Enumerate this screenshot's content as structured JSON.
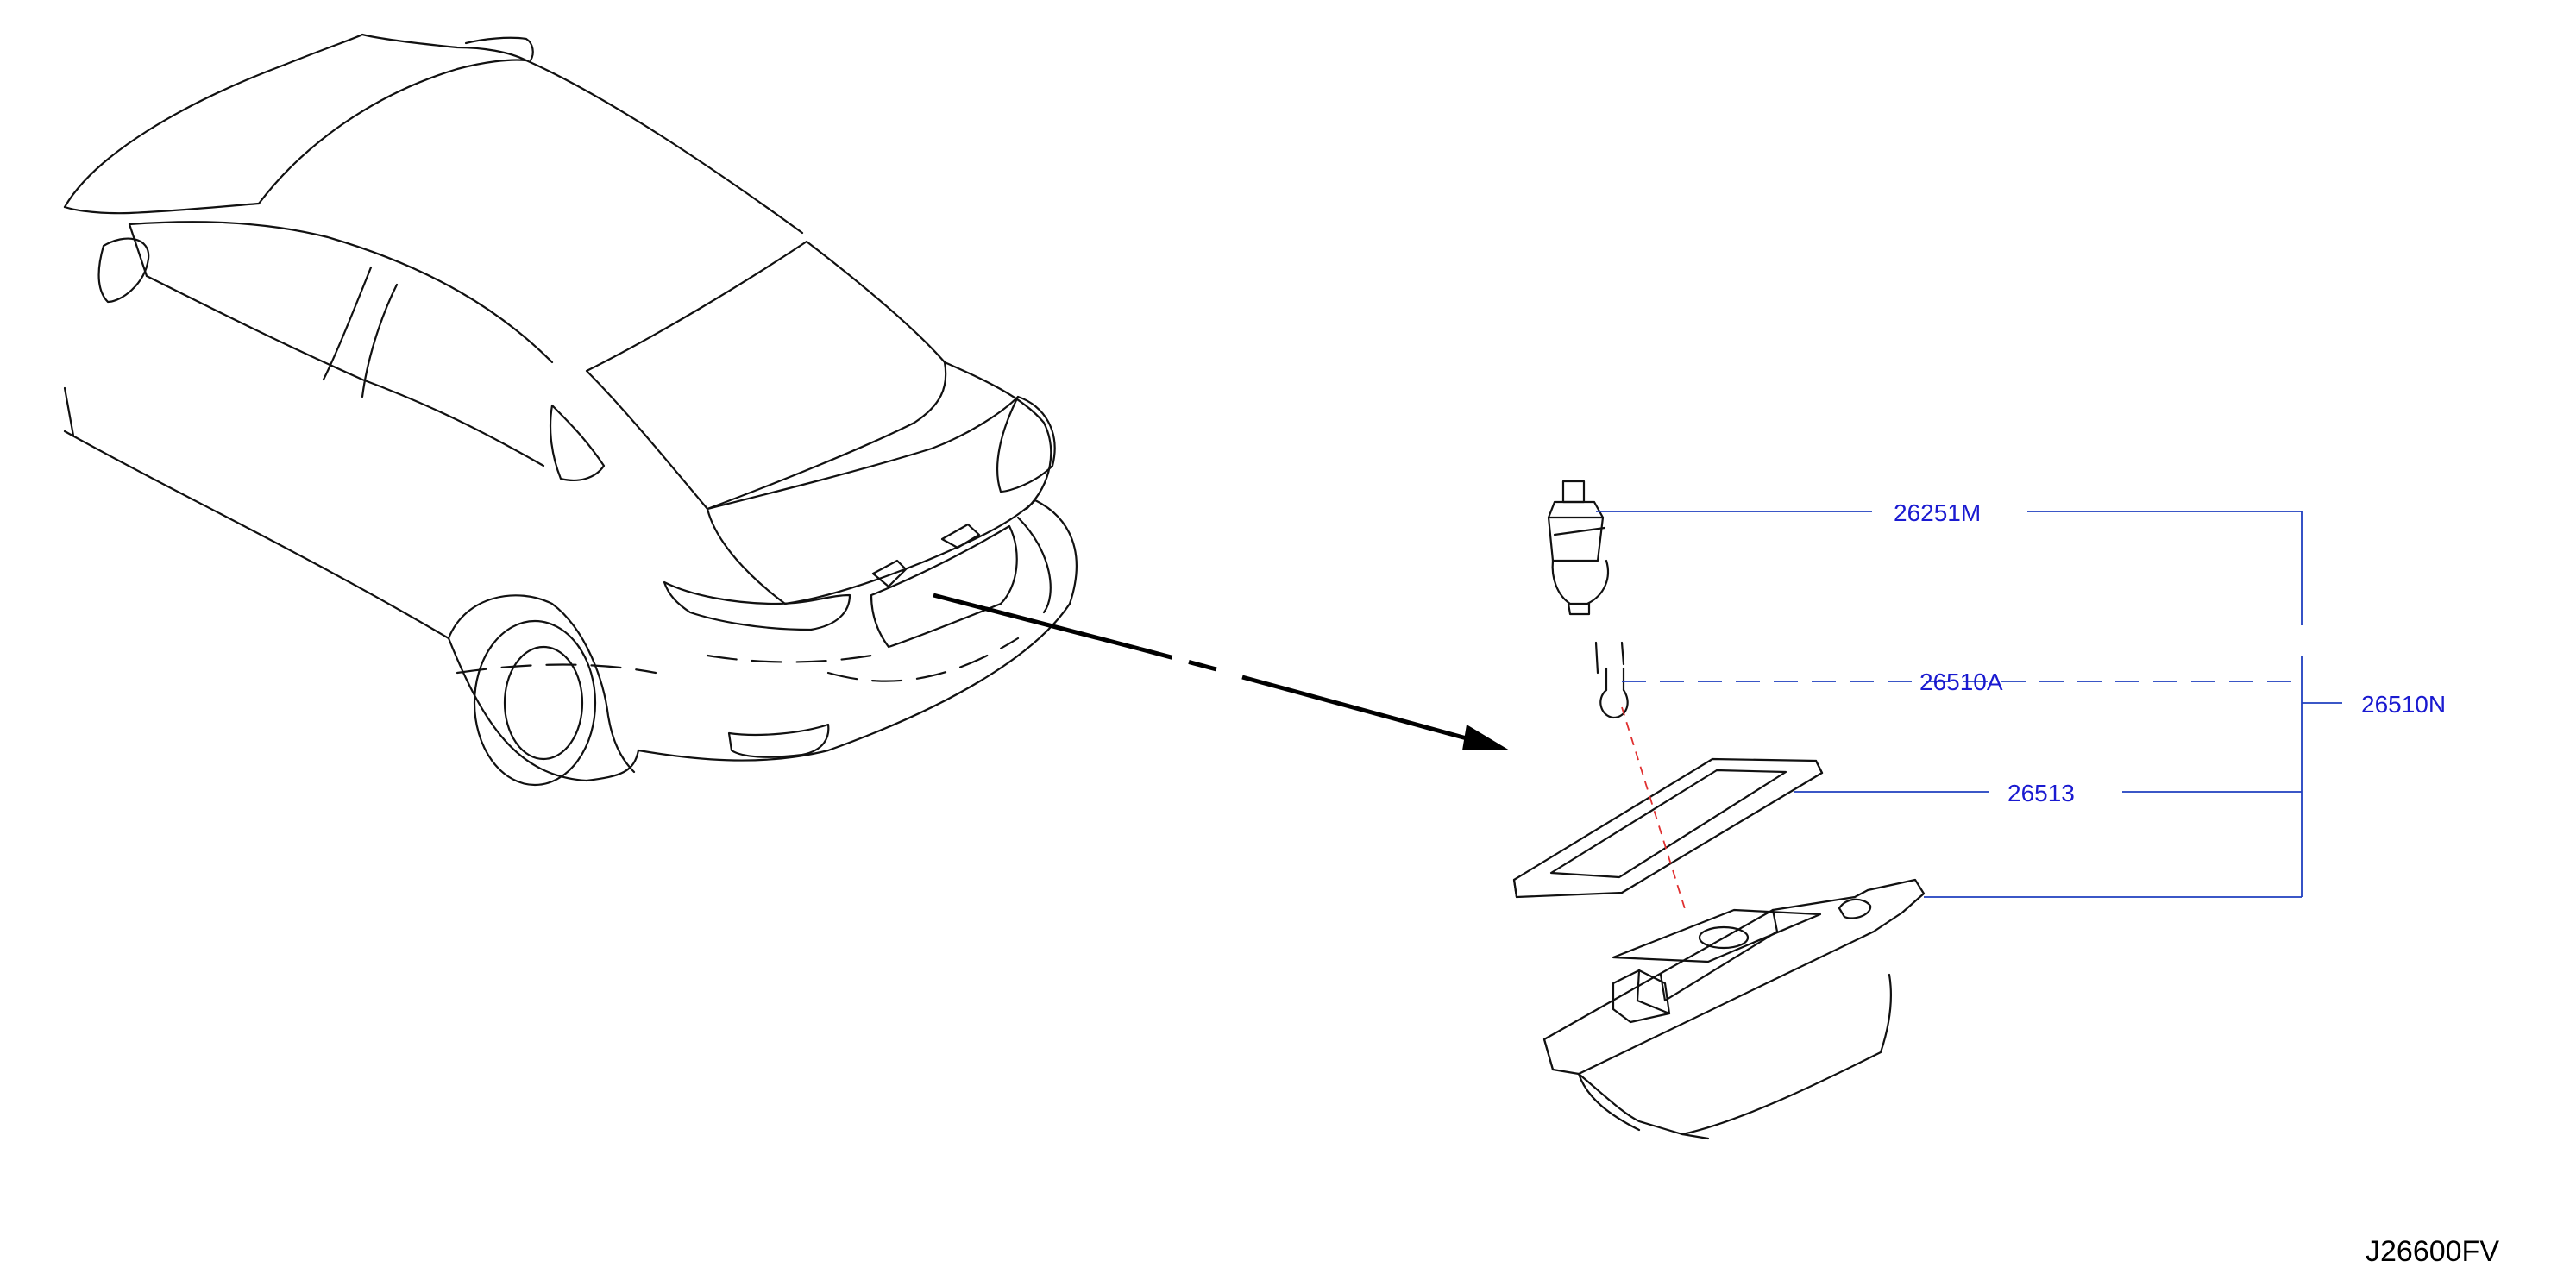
{
  "diagram": {
    "figure_code": "J26600FV",
    "parts": [
      {
        "id": "bulb-socket",
        "number": "26251M"
      },
      {
        "id": "bulb",
        "number": "26510A"
      },
      {
        "id": "lamp-assembly",
        "number": "26510N"
      },
      {
        "id": "gasket",
        "number": "26513"
      }
    ],
    "colors": {
      "callout": "#1a1ad0",
      "leader": "#1f3fbf",
      "center_line": "#e03030",
      "line_art": "#111111"
    }
  }
}
